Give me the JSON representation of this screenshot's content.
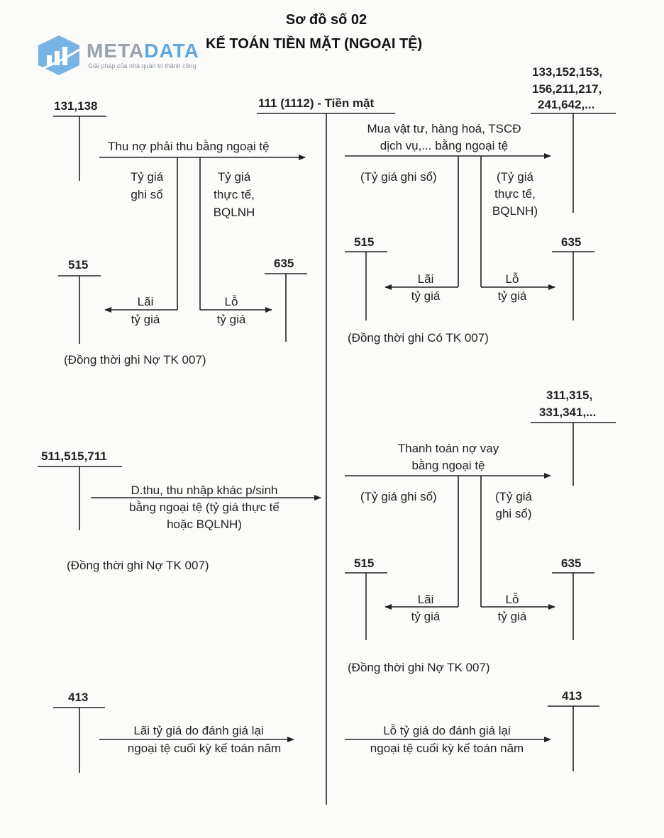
{
  "header": {
    "diagram_number": "Sơ đồ số 02",
    "title": "KẾ TOÁN TIỀN MẶT (NGOẠI TỆ)"
  },
  "watermark": {
    "brand_part1": "META",
    "brand_part2": "DATA",
    "tagline": "Giải pháp của nhà quản trị thành công",
    "icon": "building-chart-icon",
    "color_gray": "#9aa3ad",
    "color_blue": "#5fa7e0"
  },
  "center_account": "111 (1112) - Tiền mặt",
  "left": {
    "a131": "131,138",
    "thu_no": "Thu nợ phải thu bằng ngoại tệ",
    "ty_gia_ghi_so": [
      "Tỷ giá",
      "ghi sổ"
    ],
    "ty_gia_thuc_te": [
      "Tỷ giá",
      "thực tế,",
      "BQLNH"
    ],
    "a515": "515",
    "a635": "635",
    "lai": [
      "Lãi",
      "tỷ giá"
    ],
    "lo": [
      "Lỗ",
      "tỷ giá"
    ],
    "note1": "(Đồng thời ghi Nợ TK 007)",
    "a511": "511,515,711",
    "dthu": [
      "D.thu, thu nhập khác p/sinh",
      "bằng ngoại tệ (tỷ giá thực tế",
      "hoặc BQLNH)"
    ],
    "note2": "(Đồng thời ghi Nợ TK 007)",
    "a413": "413",
    "lai413": [
      "Lãi tỷ giá do đánh giá lại",
      "ngoại tệ cuối kỳ kế toán năm"
    ]
  },
  "right": {
    "a133": [
      "133,152,153,",
      "156,211,217,",
      "241,642,..."
    ],
    "mua": [
      "Mua vật tư, hàng hoá, TSCĐ",
      "dịch vụ,... bằng ngoại tệ"
    ],
    "ty_gia_ghi_so": "(Tỷ giá ghi sổ)",
    "ty_gia_thuc_te": [
      "(Tỷ giá",
      "thực tế,",
      "BQLNH)"
    ],
    "a515": "515",
    "a635": "635",
    "lai": [
      "Lãi",
      "tỷ giá"
    ],
    "lo": [
      "Lỗ",
      "tỷ giá"
    ],
    "note1": "(Đồng thời ghi Có TK 007)",
    "a311": [
      "311,315,",
      "331,341,..."
    ],
    "thanh_toan": [
      "Thanh toán nợ vay",
      "bằng ngoại tệ"
    ],
    "ty_gia_ghi_so2": "(Tỷ giá ghi sổ)",
    "ty_gia_ghi_so3": [
      "(Tỷ giá",
      "ghi sổ)"
    ],
    "a515b": "515",
    "a635b": "635",
    "lai2": [
      "Lãi",
      "tỷ giá"
    ],
    "lo2": [
      "Lỗ",
      "tỷ giá"
    ],
    "note2": "(Đồng thời ghi Nợ TK 007)",
    "a413": "413",
    "lo413": [
      "Lỗ tỷ giá do đánh giá lại",
      "ngoại tệ cuối kỳ kế toán năm"
    ]
  }
}
